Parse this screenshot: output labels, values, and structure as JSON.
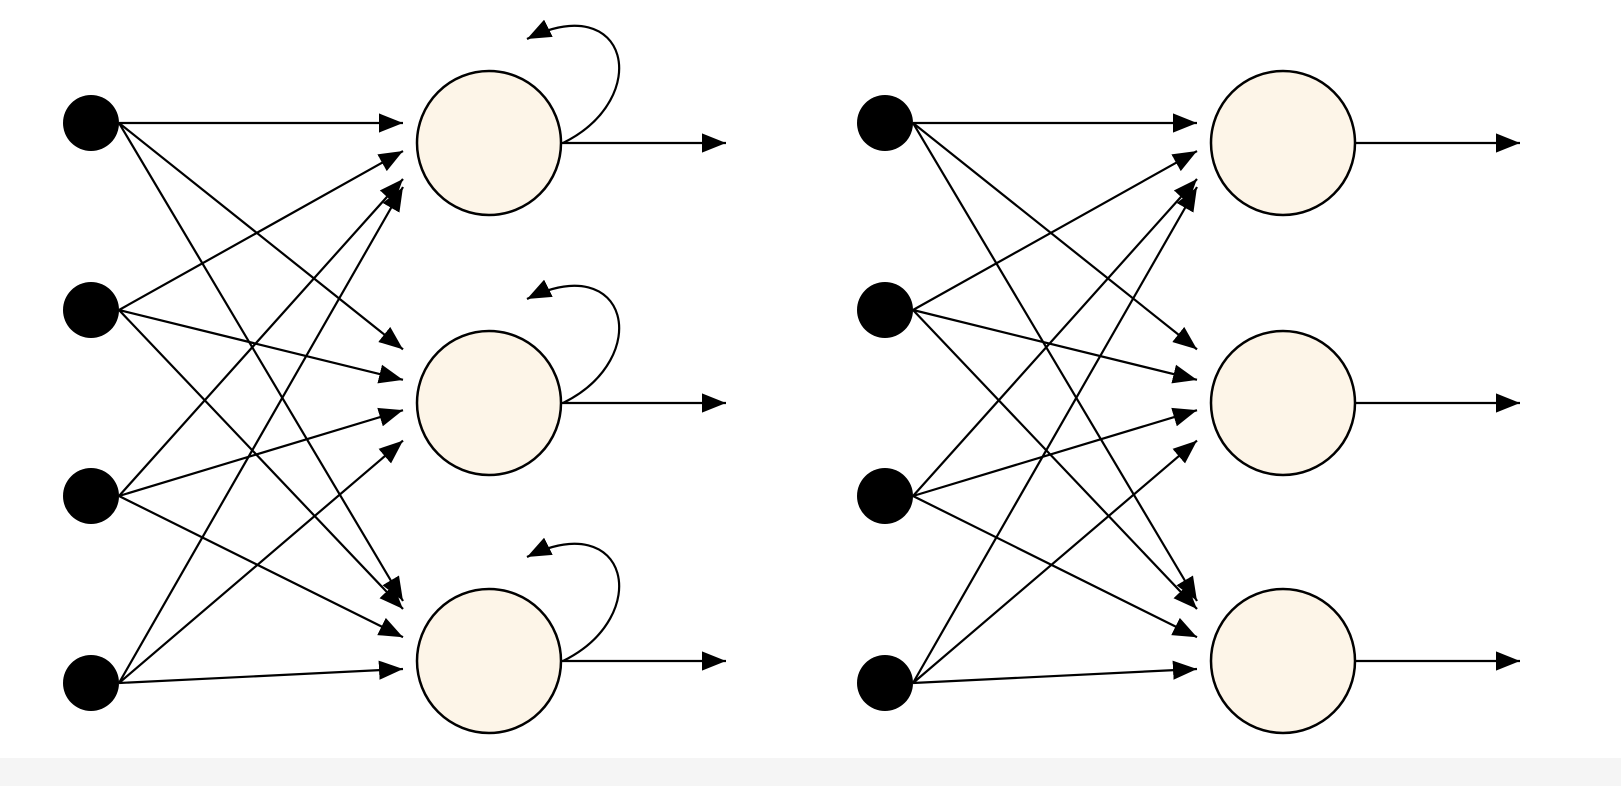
{
  "diagram": {
    "colors": {
      "input_node": "#000000",
      "neuron_fill": "#fdf5e8",
      "stroke": "#000000",
      "background": "#ffffff"
    },
    "networks": [
      {
        "id": "recurrent",
        "inputs": 4,
        "neurons": 3,
        "connections": "all-to-all",
        "self_loops": true,
        "outputs": 3
      },
      {
        "id": "feedforward",
        "inputs": 4,
        "neurons": 3,
        "connections": "all-to-all",
        "self_loops": false,
        "outputs": 3
      }
    ]
  }
}
